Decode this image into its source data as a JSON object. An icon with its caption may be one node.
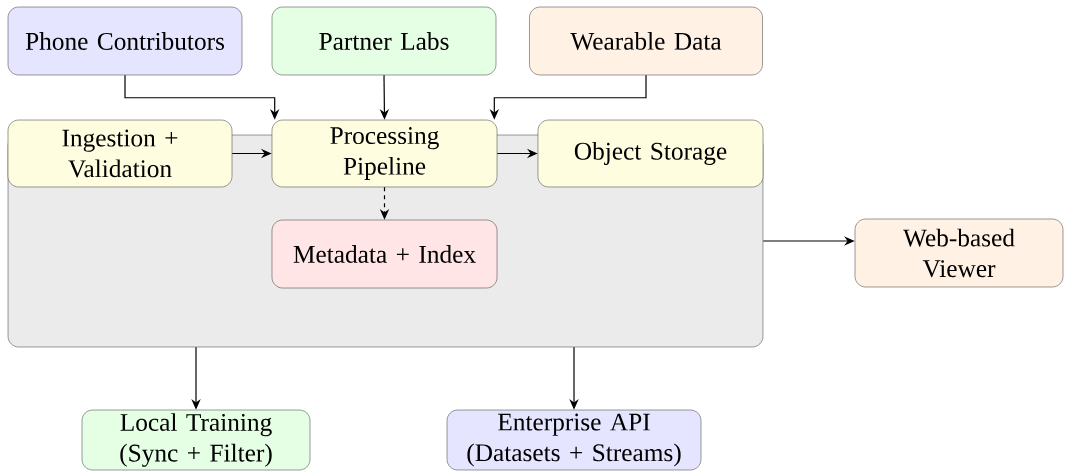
{
  "diagram": {
    "nodes": [
      {
        "text": [
          "Phone Contributors"
        ]
      },
      {
        "text": [
          "Partner Labs"
        ]
      },
      {
        "text": [
          "Wearable Data"
        ]
      },
      {
        "text": [],
        "shape": "box"
      },
      {
        "text": [
          "Ingestion + Validation"
        ]
      },
      {
        "text": [
          "Processing Pipeline"
        ]
      },
      {
        "text": [
          "Object Storage"
        ]
      },
      {
        "text": [
          "Metadata + Index"
        ],
        "in": 3
      },
      {
        "text": [
          "Web-based Viewer"
        ]
      },
      {
        "text": [
          "Local Training (Sync + Filter)"
        ]
      },
      {
        "text": [
          "Enterprise API (Datasets + Streams)"
        ]
      }
    ],
    "edges": [
      {
        "from": 0,
        "to": 5,
        "arrow": "to"
      },
      {
        "from": 1,
        "to": 5,
        "arrow": "to"
      },
      {
        "from": 2,
        "to": 5,
        "arrow": "to"
      },
      {
        "from": 4,
        "to": 5,
        "arrow": "to"
      },
      {
        "from": 5,
        "to": 6,
        "arrow": "to"
      },
      {
        "from": 5,
        "to": 7,
        "arrow": "to",
        "style": "dashed"
      },
      {
        "from": 3,
        "to": 8,
        "arrow": "to"
      },
      {
        "from": 3,
        "to": 9,
        "arrow": "to"
      },
      {
        "from": 3,
        "to": 10,
        "arrow": "to"
      }
    ]
  }
}
